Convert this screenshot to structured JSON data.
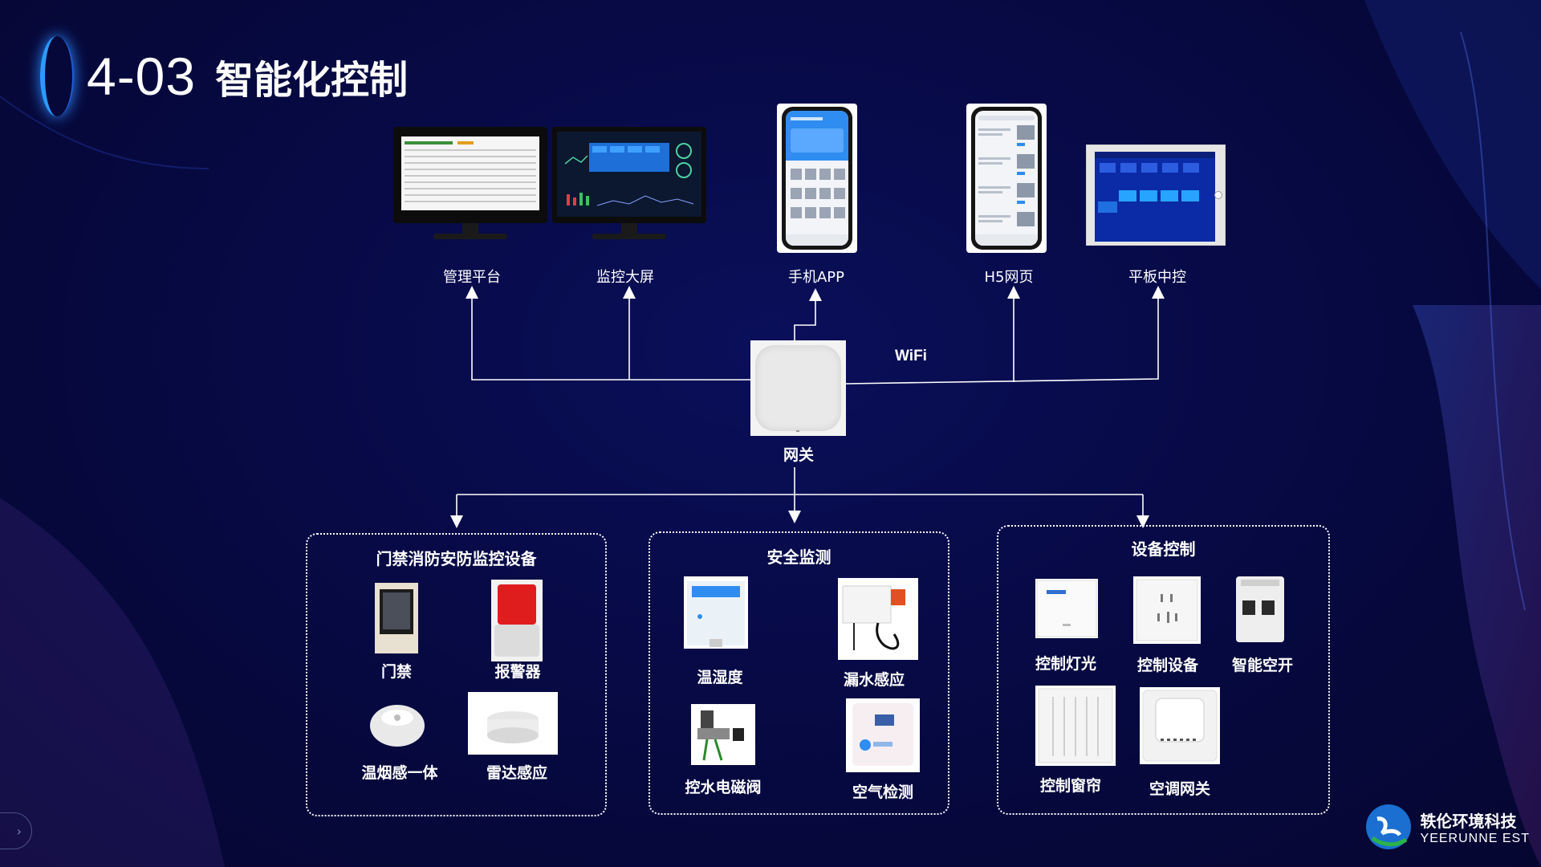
{
  "title": {
    "number": "4-03",
    "text": "智能化控制"
  },
  "top_endpoints": [
    {
      "label": "管理平台"
    },
    {
      "label": "监控大屏"
    },
    {
      "label": "手机APP"
    },
    {
      "label": "H5网页"
    },
    {
      "label": "平板中控"
    }
  ],
  "gateway": {
    "label": "网关",
    "wifi_label": "WiFi"
  },
  "groups": [
    {
      "title": "门禁消防安防监控设备",
      "devices": [
        {
          "label": "门禁",
          "icon": "access-control-panel-icon"
        },
        {
          "label": "报警器",
          "icon": "alarm-siren-icon"
        },
        {
          "label": "温烟感一体",
          "icon": "smoke-detector-icon"
        },
        {
          "label": "雷达感应",
          "icon": "radar-sensor-icon"
        }
      ]
    },
    {
      "title": "安全监测",
      "devices": [
        {
          "label": "温湿度",
          "icon": "temperature-humidity-sensor-icon"
        },
        {
          "label": "漏水感应",
          "icon": "water-leak-sensor-icon"
        },
        {
          "label": "控水电磁阀",
          "icon": "solenoid-valve-icon"
        },
        {
          "label": "空气检测",
          "icon": "air-quality-monitor-icon"
        }
      ]
    },
    {
      "title": "设备控制",
      "devices": [
        {
          "label": "控制灯光",
          "icon": "light-control-icon"
        },
        {
          "label": "控制设备",
          "icon": "smart-socket-icon"
        },
        {
          "label": "智能空开",
          "icon": "smart-breaker-icon"
        },
        {
          "label": "控制窗帘",
          "icon": "curtain-control-icon"
        },
        {
          "label": "空调网关",
          "icon": "ac-gateway-icon"
        }
      ]
    }
  ],
  "logo": {
    "cn": "轶伦环境科技",
    "en": "YEERUNNE EST"
  },
  "colors": {
    "background": "#070a45",
    "accent": "#2b9bff",
    "line": "#ffffff"
  }
}
